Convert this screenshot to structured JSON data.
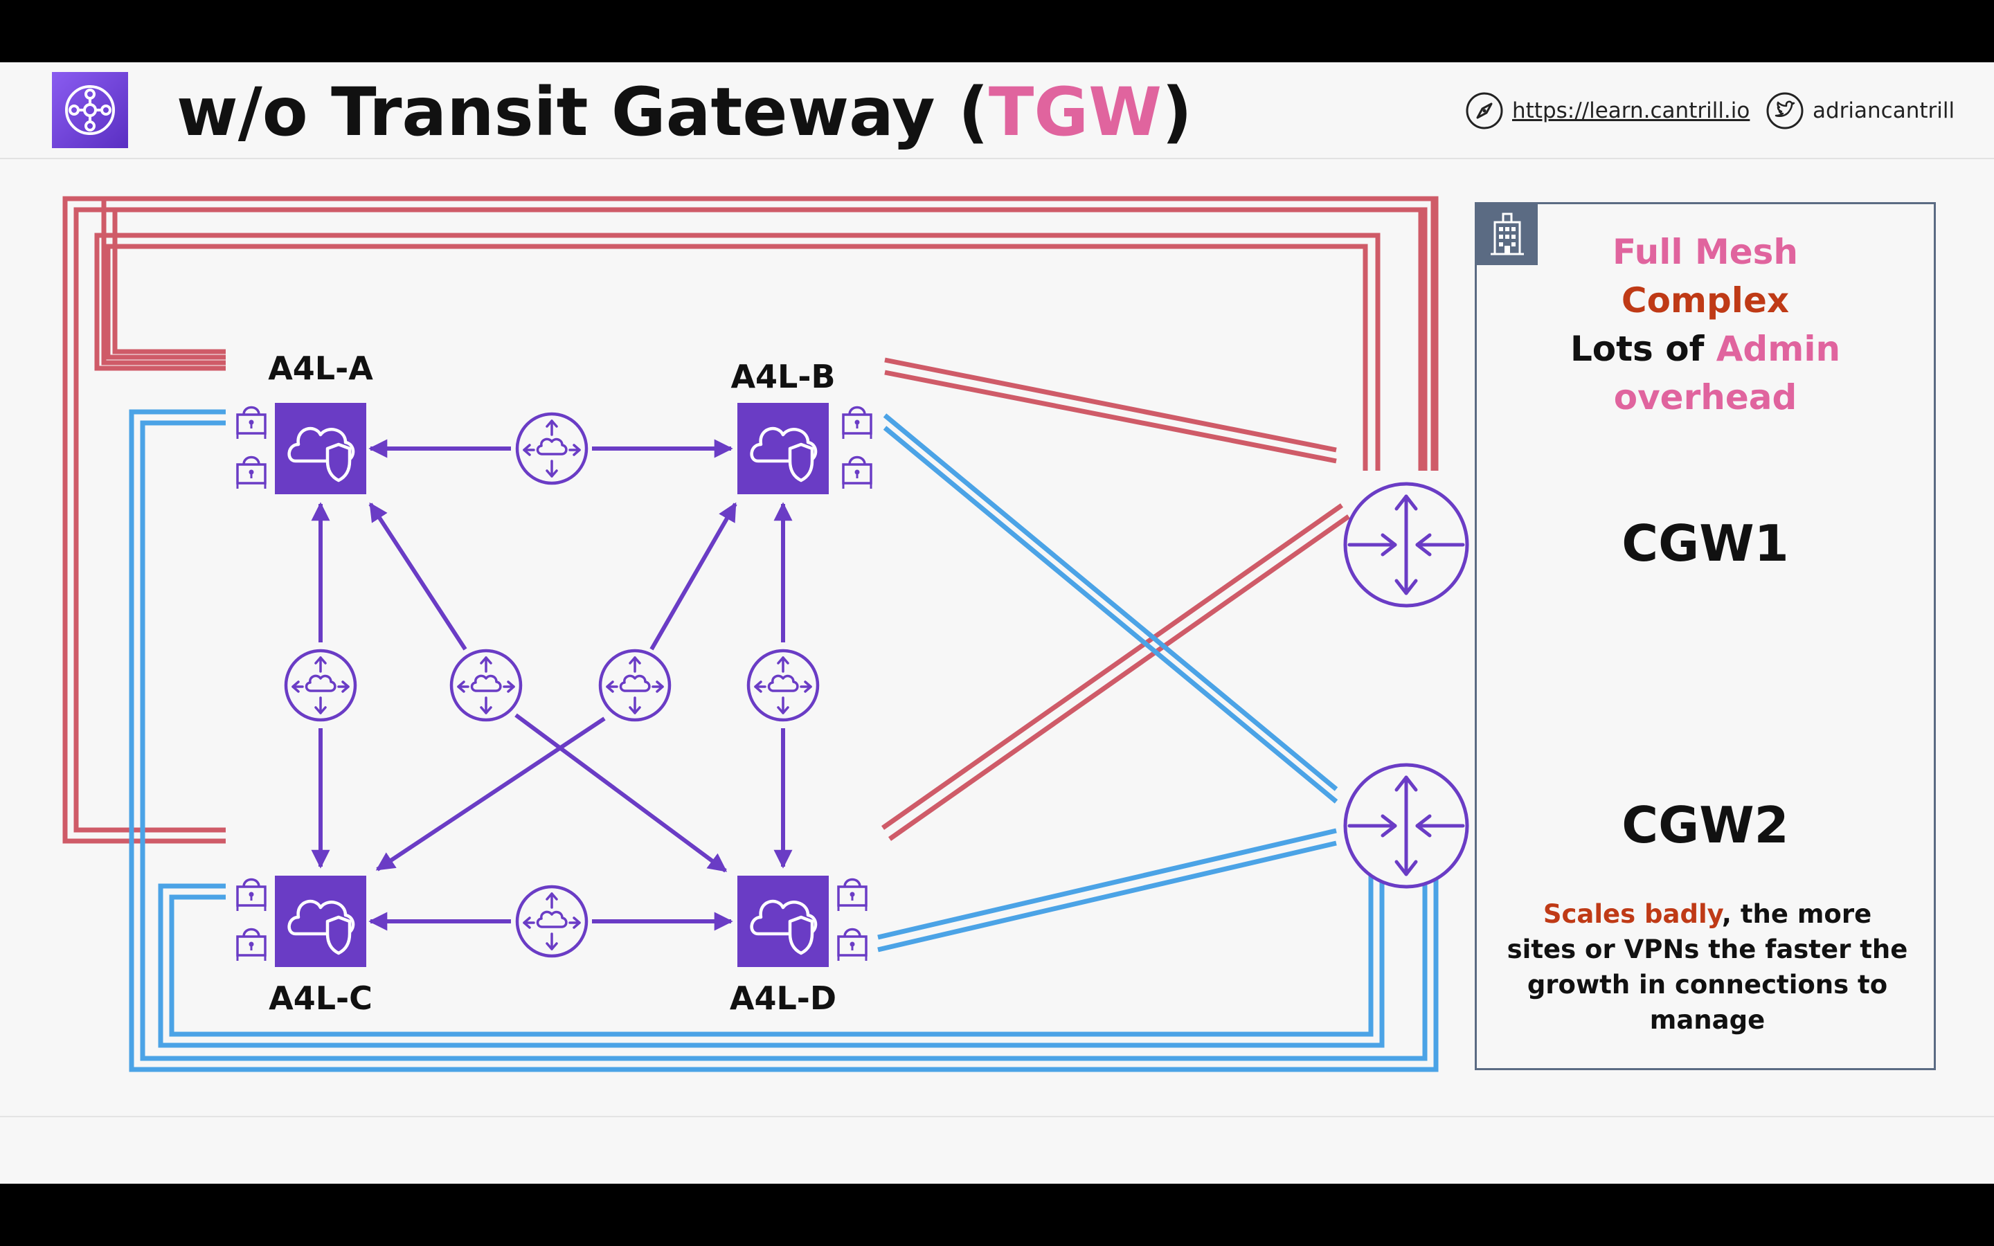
{
  "header": {
    "title_prefix": "w/o Transit Gateway (",
    "title_accent": "TGW",
    "title_suffix": ")",
    "links": {
      "learn": "https://learn.cantrill.io",
      "twitter": "adriancantrill"
    }
  },
  "diagram": {
    "vpcs": [
      {
        "id": "a",
        "label": "A4L-A"
      },
      {
        "id": "b",
        "label": "A4L-B"
      },
      {
        "id": "c",
        "label": "A4L-C"
      },
      {
        "id": "d",
        "label": "A4L-D"
      }
    ],
    "peering_connections": [
      {
        "from": "A4L-A",
        "to": "A4L-B"
      },
      {
        "from": "A4L-C",
        "to": "A4L-D"
      },
      {
        "from": "A4L-A",
        "to": "A4L-C"
      },
      {
        "from": "A4L-B",
        "to": "A4L-D"
      },
      {
        "from": "A4L-A",
        "to": "A4L-D"
      },
      {
        "from": "A4L-B",
        "to": "A4L-C"
      }
    ],
    "customer_gateways": [
      "CGW1",
      "CGW2"
    ],
    "vpn_colors": {
      "CGW1": "#cf5b68",
      "CGW2": "#4ba3e6"
    },
    "accent_color": "#6a3cc5"
  },
  "panel": {
    "line1": "Full Mesh",
    "line2": "Complex",
    "line3_prefix": "Lots of ",
    "line3_accent": "Admin",
    "line4": "overhead",
    "cgw1": "CGW1",
    "cgw2": "CGW2",
    "note_accent": "Scales badly",
    "note_rest": ", the more sites or VPNs the faster the growth in connections to manage"
  }
}
